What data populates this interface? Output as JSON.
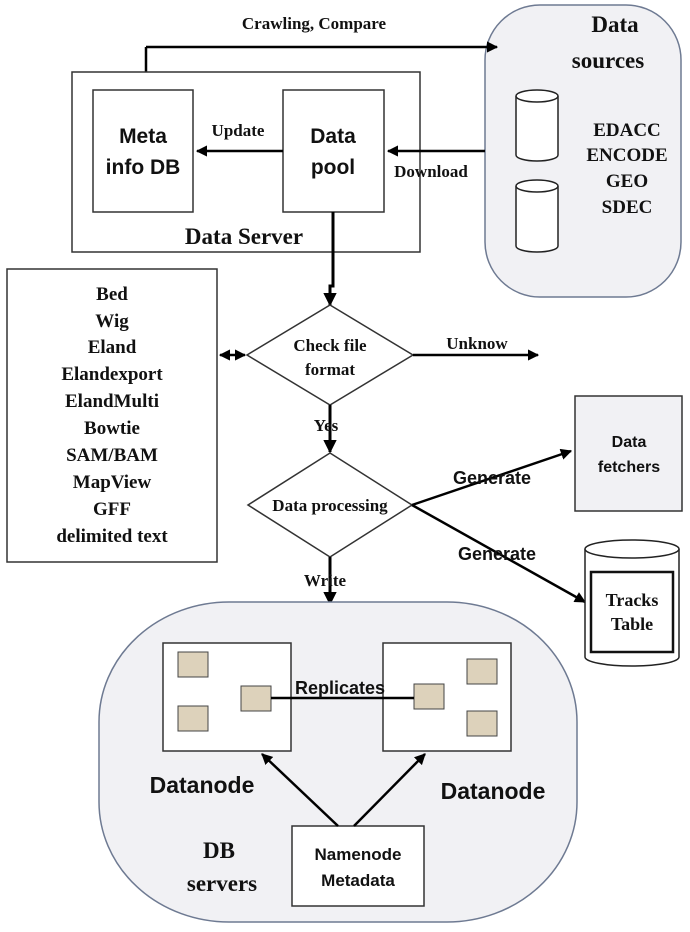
{
  "crawl_label": "Crawling, Compare",
  "data_sources": {
    "title_line1": "Data",
    "title_line2": "sources",
    "items": [
      "EDACC",
      "ENCODE",
      "GEO",
      "SDEC"
    ]
  },
  "data_server": {
    "label": "Data Server",
    "meta_db_line1": "Meta",
    "meta_db_line2": "info DB",
    "pool_line1": "Data",
    "pool_line2": "pool",
    "update_label": "Update",
    "download_label": "Download"
  },
  "formats": [
    "Bed",
    "Wig",
    "Eland",
    "Elandexport",
    "ElandMulti",
    "Bowtie",
    "SAM/BAM",
    "MapView",
    "GFF",
    "delimited text"
  ],
  "check_format": {
    "line1": "Check file",
    "line2": "format",
    "unknow_label": "Unknow",
    "yes_label": "Yes"
  },
  "processing": {
    "label": "Data processing",
    "generate_label_1": "Generate",
    "generate_label_2": "Generate",
    "write_label": "Write"
  },
  "fetchers": {
    "line1": "Data",
    "line2": "fetchers"
  },
  "tracks_table": {
    "line1": "Tracks",
    "line2": "Table"
  },
  "db_servers": {
    "line1": "DB",
    "line2": "servers",
    "replicates_label": "Replicates",
    "datanode_left": "Datanode",
    "datanode_right": "Datanode",
    "namenode_line1": "Namenode",
    "namenode_line2": "Metadata"
  },
  "colors": {
    "cloud_fill": "#f1f1f4",
    "cloud_stroke": "#6e7a92",
    "block_fill": "#ddd2bb",
    "fetchers_fill": "#f1f1f4"
  }
}
